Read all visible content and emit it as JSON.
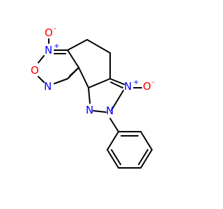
{
  "molecule": {
    "atoms": {
      "o_top_label": "O",
      "o_top_charge": "-",
      "n_top_label": "N",
      "n_top_charge": "+",
      "o_ring_label": "O",
      "n_left_label": "N",
      "n_bottom_left_label": "N",
      "n_right_label": "N",
      "n_right_charge": "+",
      "o_right_label": "O",
      "o_right_charge": "-",
      "n_phenyl_label": "N"
    },
    "colors": {
      "bond": "#000000",
      "nitrogen": "#0000ff",
      "oxygen": "#ff0000"
    }
  }
}
